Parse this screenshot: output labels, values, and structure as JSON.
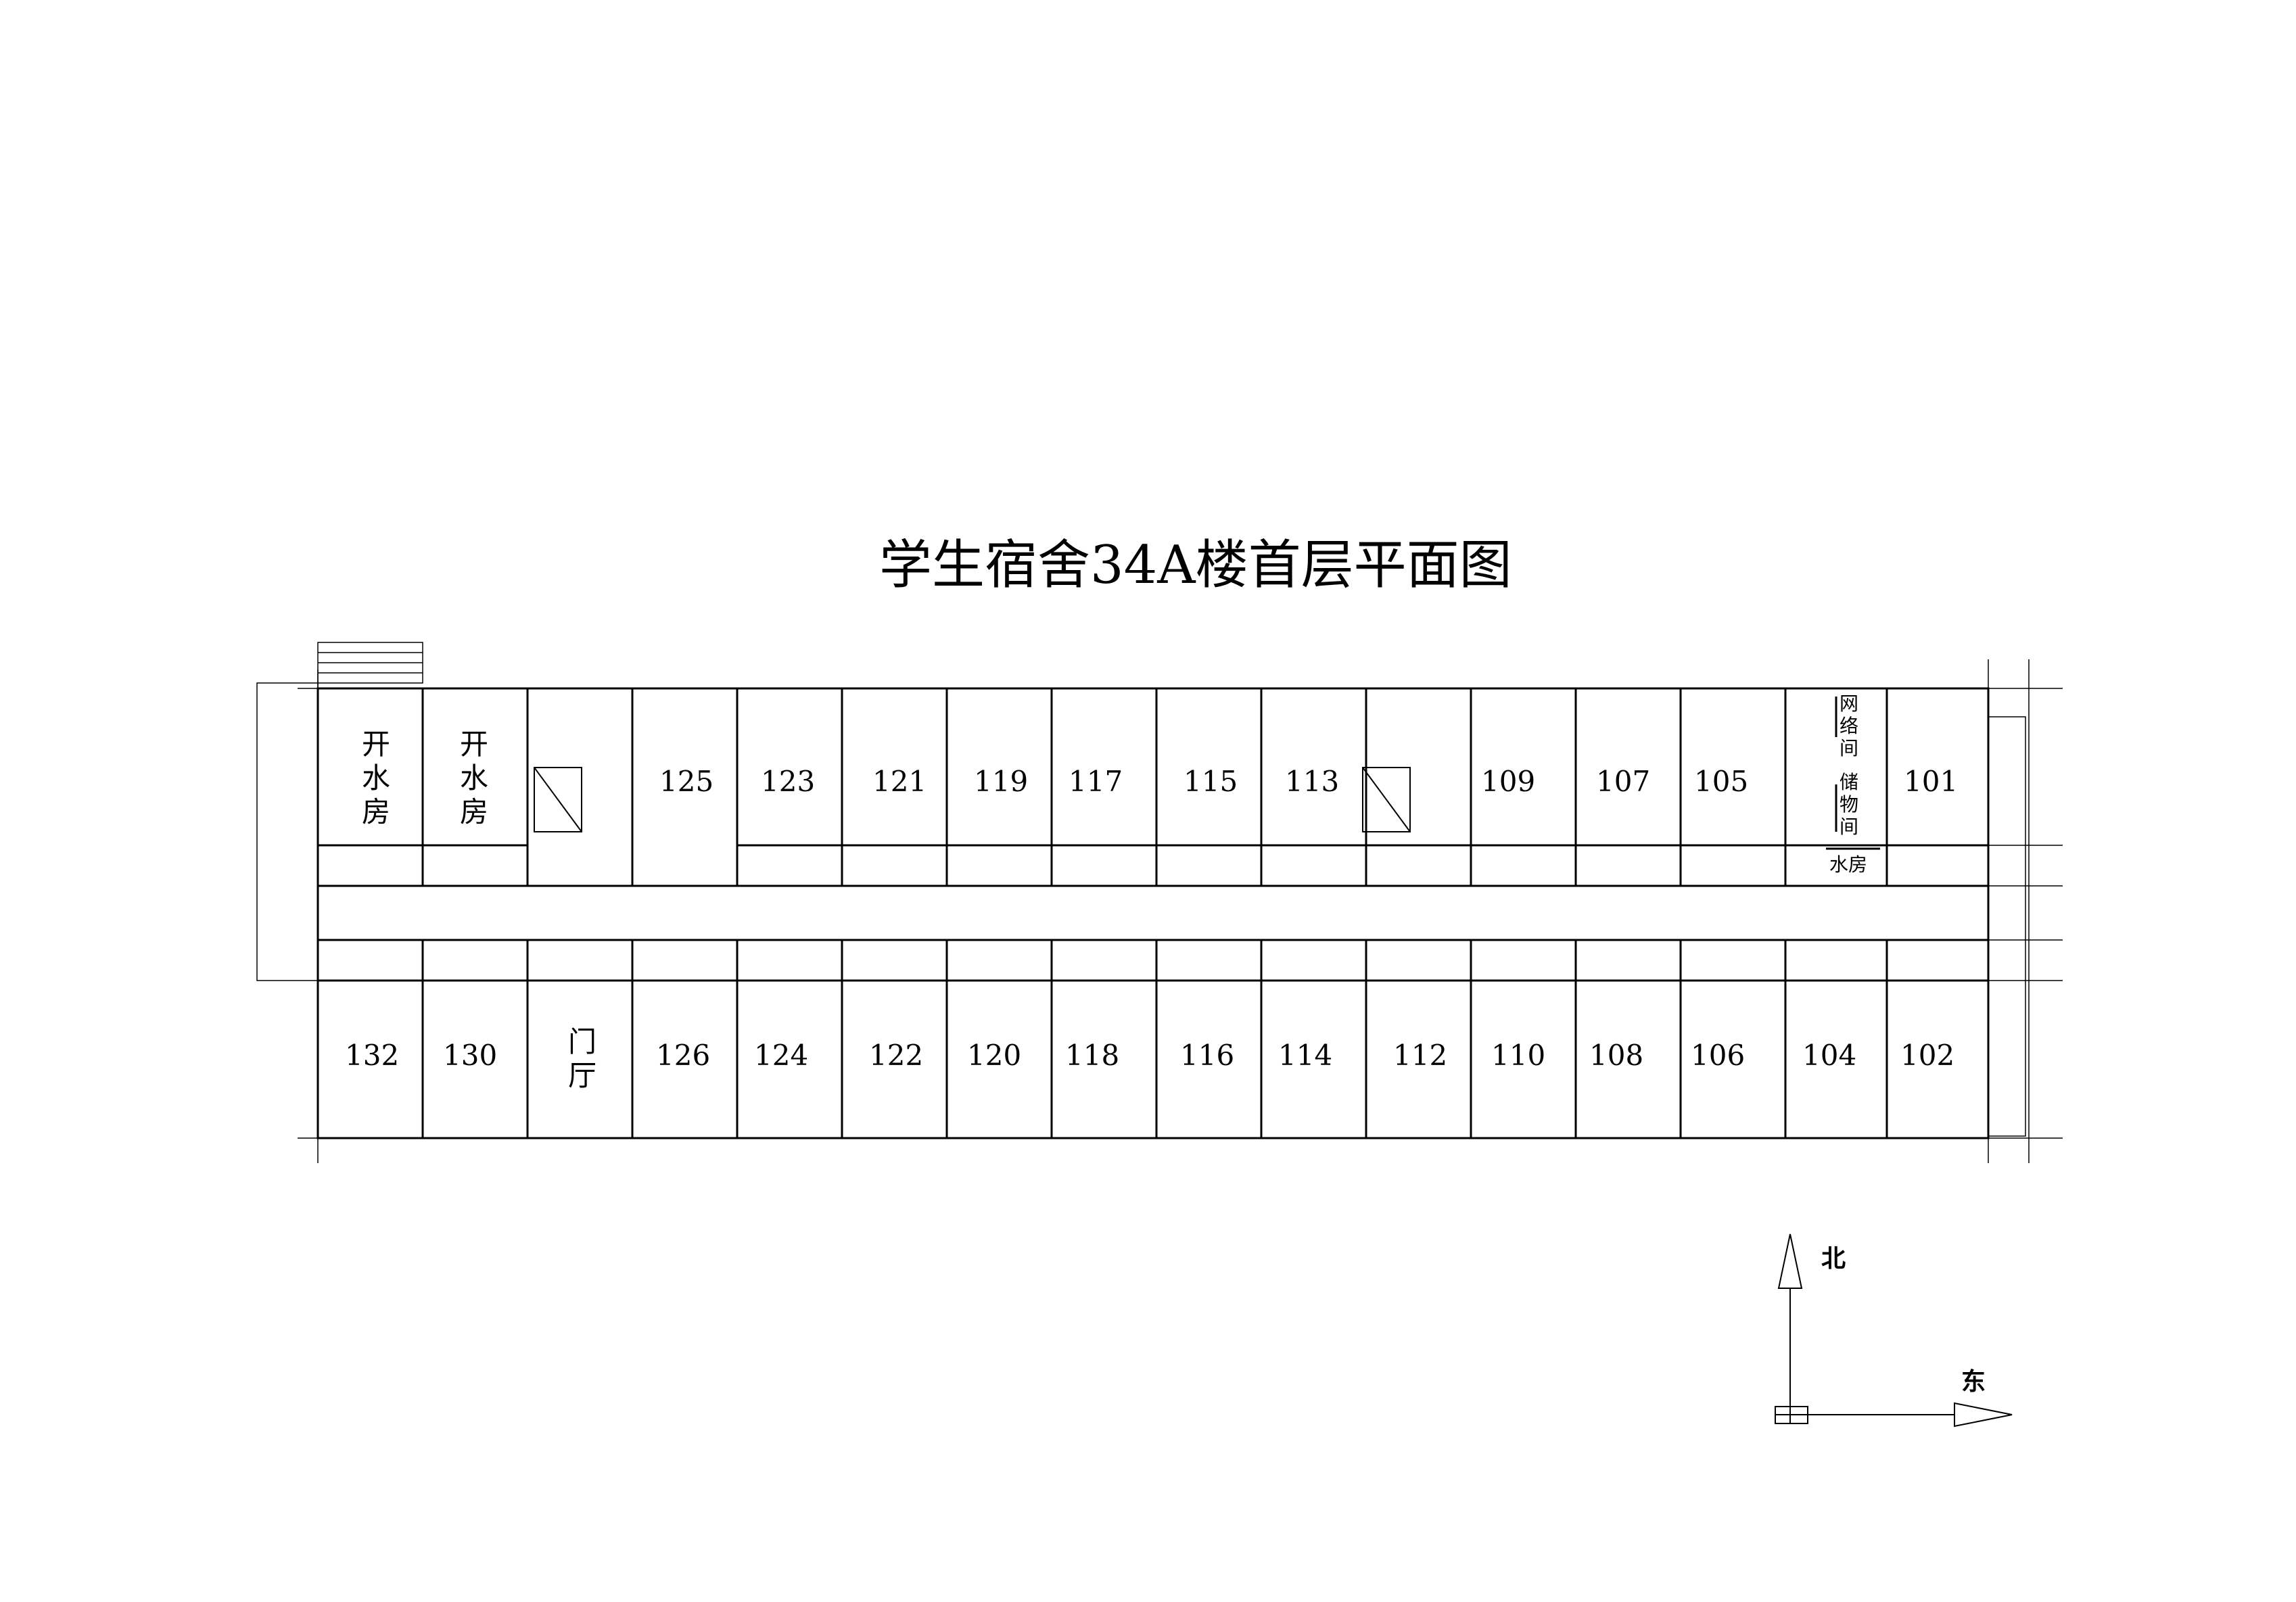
{
  "title": "学生宿舍34A楼首层平面图",
  "north_rooms": [
    "125",
    "123",
    "121",
    "119",
    "117",
    "115",
    "113",
    "109",
    "107",
    "105",
    "101"
  ],
  "south_rooms": [
    "132",
    "130",
    "126",
    "124",
    "122",
    "120",
    "118",
    "116",
    "114",
    "112",
    "110",
    "108",
    "106",
    "104",
    "102"
  ],
  "boiler_room": [
    "开",
    "水",
    "房"
  ],
  "lobby": [
    "门",
    "厅"
  ],
  "network_room": [
    "网",
    "络",
    "间"
  ],
  "storage_room": [
    "储",
    "物",
    "间"
  ],
  "water_room": "水房",
  "compass": {
    "north": "北",
    "east": "东"
  }
}
